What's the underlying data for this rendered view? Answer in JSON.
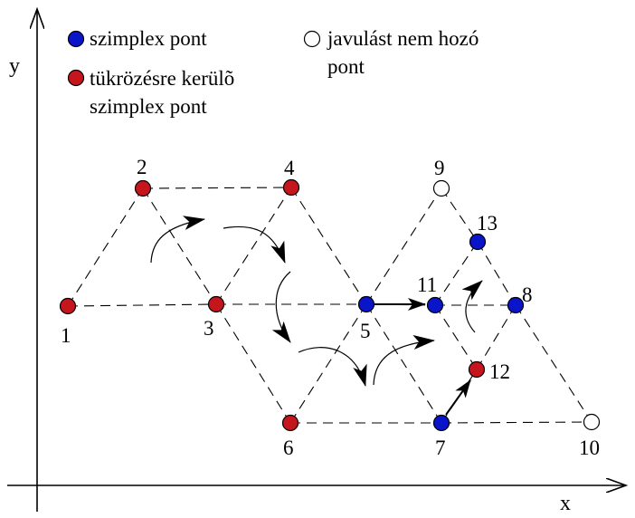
{
  "colors": {
    "simplex": "#0a14c8",
    "reflected": "#c4161c",
    "no_improvement": "#ffffff"
  },
  "axes": {
    "x_label": "x",
    "y_label": "y"
  },
  "legend": {
    "simplex": "szimplex pont",
    "reflected_line1": "tükrözésre kerülõ",
    "reflected_line2": "szimplex pont",
    "no_improvement_line1": "javulást nem hozó",
    "no_improvement_line2": "pont"
  },
  "points": [
    {
      "id": "p1",
      "label": "1",
      "kind": "reflected"
    },
    {
      "id": "p2",
      "label": "2",
      "kind": "reflected"
    },
    {
      "id": "p3",
      "label": "3",
      "kind": "reflected"
    },
    {
      "id": "p4",
      "label": "4",
      "kind": "reflected"
    },
    {
      "id": "p5",
      "label": "5",
      "kind": "simplex"
    },
    {
      "id": "p6",
      "label": "6",
      "kind": "reflected"
    },
    {
      "id": "p7",
      "label": "7",
      "kind": "simplex"
    },
    {
      "id": "p8",
      "label": "8",
      "kind": "simplex"
    },
    {
      "id": "p9",
      "label": "9",
      "kind": "no_improvement"
    },
    {
      "id": "p10",
      "label": "10",
      "kind": "no_improvement"
    },
    {
      "id": "p11",
      "label": "11",
      "kind": "simplex"
    },
    {
      "id": "p12",
      "label": "12",
      "kind": "reflected"
    },
    {
      "id": "p13",
      "label": "13",
      "kind": "simplex"
    }
  ],
  "edges": [
    [
      "p1",
      "p2"
    ],
    [
      "p2",
      "p3"
    ],
    [
      "p1",
      "p3"
    ],
    [
      "p2",
      "p4"
    ],
    [
      "p3",
      "p4"
    ],
    [
      "p4",
      "p5"
    ],
    [
      "p3",
      "p5"
    ],
    [
      "p3",
      "p6"
    ],
    [
      "p5",
      "p6"
    ],
    [
      "p5",
      "p9"
    ],
    [
      "p9",
      "p13"
    ],
    [
      "p13",
      "p8"
    ],
    [
      "p8",
      "p10"
    ],
    [
      "p5",
      "p7"
    ],
    [
      "p6",
      "p7"
    ],
    [
      "p7",
      "p10"
    ],
    [
      "p5",
      "p11"
    ],
    [
      "p11",
      "p8"
    ],
    [
      "p11",
      "p13"
    ],
    [
      "p11",
      "p12"
    ],
    [
      "p12",
      "p8"
    ],
    [
      "p7",
      "p12"
    ]
  ]
}
